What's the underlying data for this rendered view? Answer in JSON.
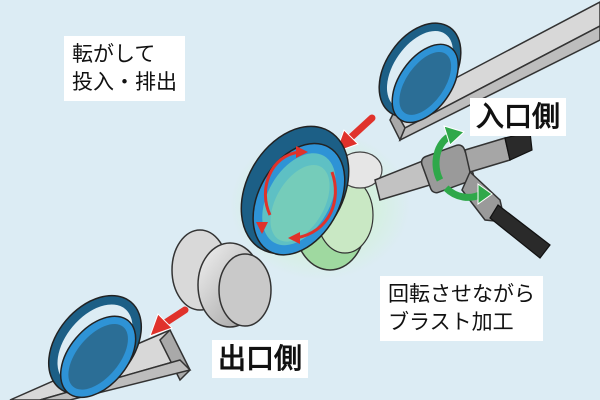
{
  "labels": {
    "roll_line1": "転がして",
    "roll_line2": "投入・排出",
    "inlet": "入口側",
    "outlet": "出口側",
    "blast_line1": "回転させながら",
    "blast_line2": "ブラスト加工"
  },
  "colors": {
    "background": "#dcecf4",
    "ring_blue": "#2e93d6",
    "ring_dark": "#1c5f86",
    "arrow_red": "#e0322b",
    "arrow_green": "#2fa84a",
    "nozzle": "#9a9a9a",
    "roller": "#cfcfcf",
    "glow": "#b9f2b0"
  },
  "icons": [
    "red-arrow-icon",
    "green-rotate-arrow-icon",
    "rotation-arrows-icon"
  ]
}
